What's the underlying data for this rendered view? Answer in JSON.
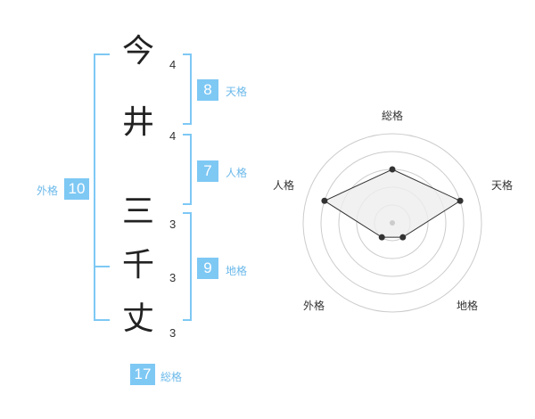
{
  "characters": [
    {
      "char": "今",
      "strokes": "4"
    },
    {
      "char": "井",
      "strokes": "4"
    },
    {
      "char": "三",
      "strokes": "3"
    },
    {
      "char": "千",
      "strokes": "3"
    },
    {
      "char": "丈",
      "strokes": "3"
    }
  ],
  "kakusu": {
    "tenkaku": {
      "value": "8",
      "label": "天格"
    },
    "jinkaku": {
      "value": "7",
      "label": "人格"
    },
    "chikaku": {
      "value": "9",
      "label": "地格"
    },
    "gaikaku": {
      "value": "10",
      "label": "外格"
    },
    "soukaku": {
      "value": "17",
      "label": "総格"
    }
  },
  "radar": {
    "axes": [
      "総格",
      "天格",
      "地格",
      "外格",
      "人格"
    ],
    "scores": [
      3,
      4,
      1,
      1,
      4
    ],
    "max": 5,
    "colors": {
      "ring": "#cccccc",
      "fill": "#eeeeee",
      "line": "#333333",
      "point": "#333333",
      "center": "#cccccc"
    }
  }
}
